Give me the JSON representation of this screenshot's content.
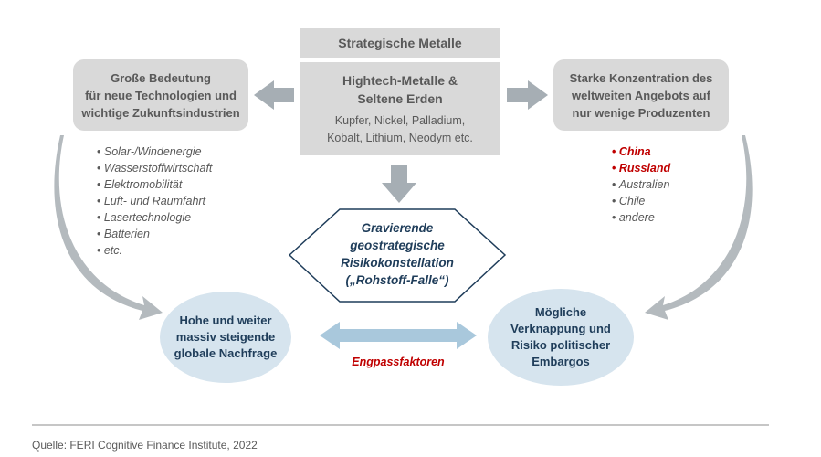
{
  "top_box": {
    "title": "Strategische Metalle",
    "heading": [
      "Hightech-Metalle &",
      "Seltene Erden"
    ],
    "examples": [
      "Kupfer, Nickel, Palladium,",
      "Kobalt, Lithium, Neodym etc."
    ]
  },
  "left_box": {
    "lines": [
      "Große Bedeutung",
      "für neue Technologien und",
      "wichtige Zukunftsindustrien"
    ]
  },
  "right_box": {
    "lines": [
      "Starke Konzentration des",
      "weltweiten Angebots auf",
      "nur wenige Produzenten"
    ]
  },
  "left_list": [
    "Solar-/Windenergie",
    "Wasserstoffwirtschaft",
    "Elektromobilität",
    "Luft- und Raumfahrt",
    "Lasertechnologie",
    "Batterien",
    "etc."
  ],
  "right_list": [
    {
      "text": "China",
      "highlight": true
    },
    {
      "text": "Russland",
      "highlight": true
    },
    {
      "text": "Australien",
      "highlight": false
    },
    {
      "text": "Chile",
      "highlight": false
    },
    {
      "text": "andere",
      "highlight": false
    }
  ],
  "hexagon": {
    "lines": [
      "Gravierende",
      "geostrategische",
      "Risikokonstellation",
      "(„Rohstoff-Falle“)"
    ]
  },
  "left_ellipse": {
    "lines": [
      "Hohe und weiter",
      "massiv steigende",
      "globale Nachfrage"
    ]
  },
  "right_ellipse": {
    "lines": [
      "Mögliche",
      "Verknappung und",
      "Risiko politischer",
      "Embargos"
    ]
  },
  "double_arrow_label": "Engpassfaktoren",
  "source": "Quelle: FERI Cognitive Finance Institute, 2022",
  "colors": {
    "gray": "#d9d9d9",
    "arrow": "#a6aeb4",
    "dark_blue": "#1f3d5a",
    "ellipse": "#d6e4ee",
    "red": "#c00000",
    "double_arrow": "#a9c8dc"
  }
}
